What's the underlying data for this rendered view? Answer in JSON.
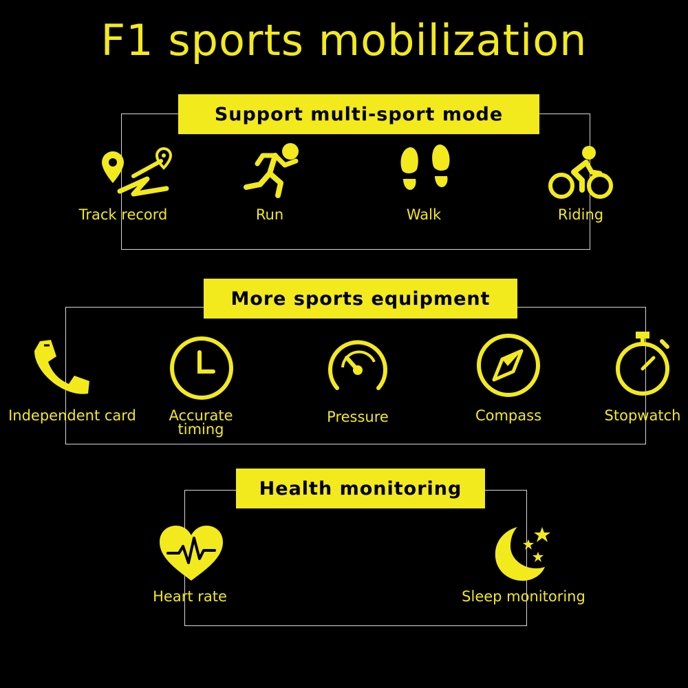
{
  "title": "F1 sports mobilization",
  "sections": {
    "sport_modes": {
      "heading": "Support multi-sport mode",
      "items": [
        {
          "label": "Track record",
          "icon": "track-record-icon"
        },
        {
          "label": "Run",
          "icon": "run-icon"
        },
        {
          "label": "Walk",
          "icon": "walk-icon"
        },
        {
          "label": "Riding",
          "icon": "riding-icon"
        }
      ]
    },
    "equipment": {
      "heading": "More sports equipment",
      "items": [
        {
          "label": "Independent card",
          "icon": "phone-icon"
        },
        {
          "label": "Accurate",
          "label2": "timing",
          "icon": "clock-icon"
        },
        {
          "label": "Pressure",
          "icon": "gauge-icon"
        },
        {
          "label": "Compass",
          "icon": "compass-icon"
        },
        {
          "label": "Stopwatch",
          "icon": "stopwatch-icon"
        }
      ]
    },
    "health": {
      "heading": "Health monitoring",
      "items": [
        {
          "label": "Heart rate",
          "icon": "heart-rate-icon"
        },
        {
          "label": "Sleep monitoring",
          "icon": "moon-stars-icon"
        }
      ]
    }
  },
  "colors": {
    "accent": "#f2ea1c",
    "background": "#000000",
    "frame": "#d9d9d9"
  }
}
